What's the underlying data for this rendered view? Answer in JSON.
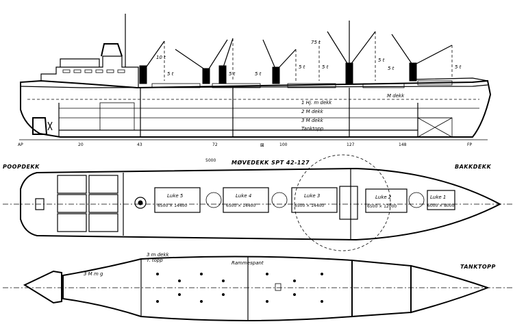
{
  "side_view": {
    "deck_labels": [
      "1  Hj. m dekk",
      "2  M dekk",
      "3  M dekk",
      "Tanktopp"
    ],
    "upper_deck_label": "M dekk",
    "frame_numbers": [
      "AP",
      "20",
      "43",
      "72",
      "100",
      "127",
      "148",
      "FP"
    ],
    "derrick_labels": [
      "10 t",
      "5 t",
      "5 t",
      "5 t",
      "5 t",
      "5 t",
      "75 t",
      "5 t",
      "5 t",
      "5 t"
    ],
    "center_mark": "⊠"
  },
  "deck_plan": {
    "title": "MØVEDEKK SPT 42-127",
    "left_label": "POOPDEKK",
    "right_label": "BAKKDEKK",
    "dim_label": "5000",
    "hatches": [
      {
        "name": "Luke 5",
        "size": "6500 × 14400"
      },
      {
        "name": "Luke 4",
        "size": "6500 × 14400"
      },
      {
        "name": "Luke 3",
        "size": "6500 × 14400"
      },
      {
        "name": "Luke 2",
        "size": "6500 × 12000"
      },
      {
        "name": "Luke 1",
        "size": "6000 × 8000"
      }
    ]
  },
  "tank_plan": {
    "title": "TANKTOPP",
    "center_label": "Rammespant",
    "top_label_1": "3 m dekk",
    "top_label_2": "T. topp",
    "left_label": "3 M m g"
  }
}
